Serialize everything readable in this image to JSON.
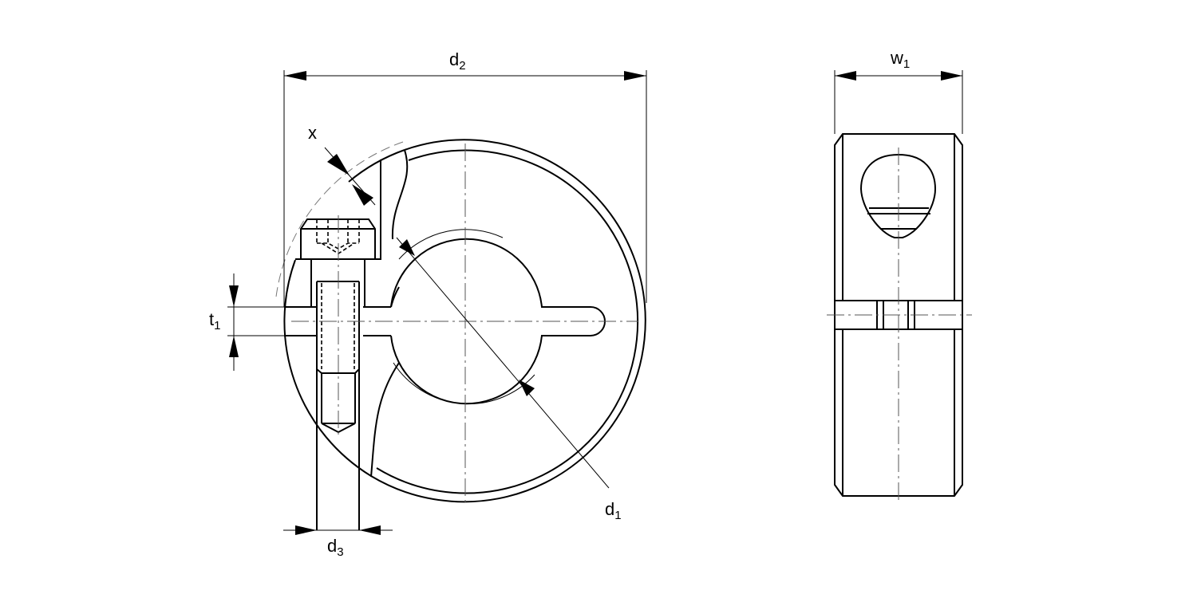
{
  "labels": {
    "d2": {
      "main": "d",
      "sub": "2"
    },
    "w1": {
      "main": "w",
      "sub": "1"
    },
    "x": {
      "main": "x"
    },
    "t1": {
      "main": "t",
      "sub": "1"
    },
    "d3": {
      "main": "d",
      "sub": "3"
    },
    "d1": {
      "main": "d",
      "sub": "1"
    }
  },
  "colors": {
    "line": "#000000",
    "background": "#ffffff"
  }
}
